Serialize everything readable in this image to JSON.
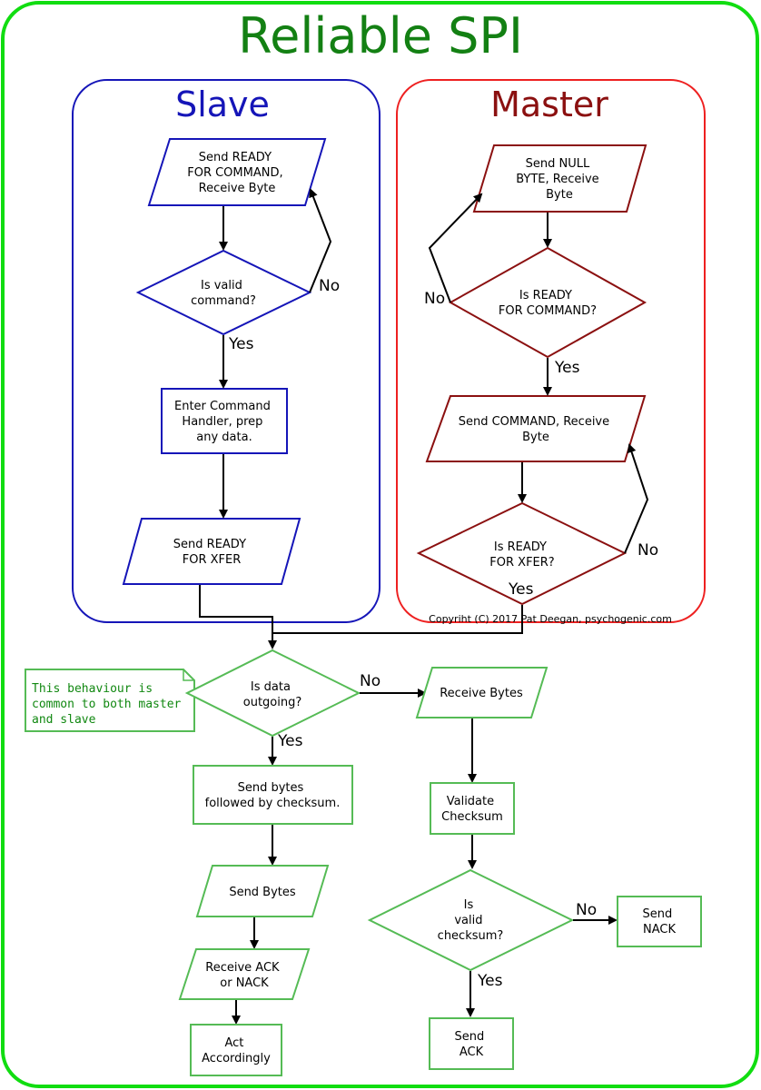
{
  "title": "Reliable SPI",
  "colors": {
    "green": "#11dd11",
    "green_text": "#138013",
    "blue": "#1515b8",
    "red": "#cc2020",
    "dark_red": "#8b1010",
    "light_green": "#55bb55"
  },
  "slave": {
    "title": "Slave",
    "send_ready_cmd": [
      "Send READY",
      "FOR COMMAND,",
      "Receive Byte"
    ],
    "valid_cmd": [
      "Is valid",
      "command?"
    ],
    "no": "No",
    "yes": "Yes",
    "cmd_handler": [
      "Enter Command",
      "Handler, prep",
      "any data."
    ],
    "send_ready_xfer": [
      "Send READY",
      "FOR XFER"
    ]
  },
  "master": {
    "title": "Master",
    "send_null": [
      "Send NULL",
      "BYTE, Receive",
      "Byte"
    ],
    "ready_cmd": [
      "Is READY",
      "FOR COMMAND?"
    ],
    "no1": "No",
    "yes1": "Yes",
    "send_command": [
      "Send COMMAND,  Receive",
      "Byte"
    ],
    "ready_xfer": [
      "Is READY",
      "FOR XFER?"
    ],
    "no2": "No",
    "yes2": "Yes",
    "copyright": "Copyriht (C) 2017 Pat Deegan, psychogenic.com"
  },
  "common": {
    "note": [
      "This behaviour is",
      "common to both master",
      "and slave"
    ],
    "outgoing": [
      "Is data",
      "outgoing?"
    ],
    "no": "No",
    "yes": "Yes",
    "send_bytes_cs": [
      "Send bytes",
      "followed by checksum."
    ],
    "send_bytes": [
      "Send Bytes"
    ],
    "recv_ack": [
      "Receive ACK",
      "or NACK"
    ],
    "act": [
      "Act",
      "Accordingly"
    ],
    "receive_bytes": [
      "Receive Bytes"
    ],
    "validate": [
      "Validate",
      "Checksum"
    ],
    "valid_cs": [
      "Is",
      "valid",
      "checksum?"
    ],
    "no_cs": "No",
    "yes_cs": "Yes",
    "send_nack": [
      "Send",
      "NACK"
    ],
    "send_ack": [
      "Send",
      "ACK"
    ]
  }
}
